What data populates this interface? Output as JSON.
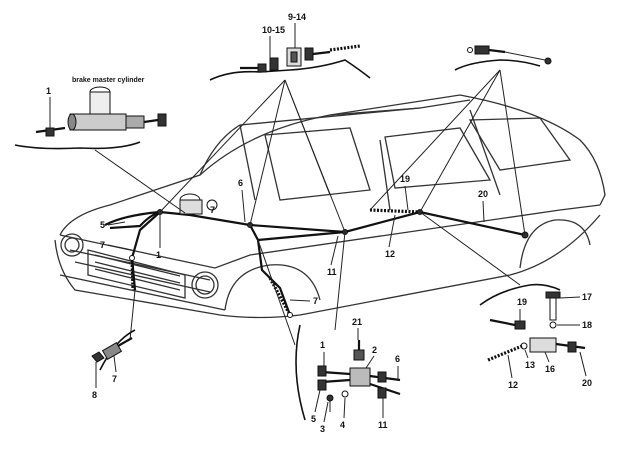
{
  "caption": "brake master cylinder",
  "labels": {
    "top_group": [
      "9-14",
      "10-15"
    ],
    "left_group": [
      "1"
    ],
    "main": [
      "5",
      "6",
      "7",
      "1",
      "7",
      "11",
      "12",
      "19",
      "20",
      "7"
    ],
    "bottom_left": [
      "8",
      "7"
    ],
    "bottom_center": [
      "21",
      "1",
      "2",
      "6",
      "5",
      "3",
      "4",
      "11"
    ],
    "bottom_right": [
      "19",
      "17",
      "18",
      "13",
      "16",
      "12",
      "20"
    ]
  }
}
